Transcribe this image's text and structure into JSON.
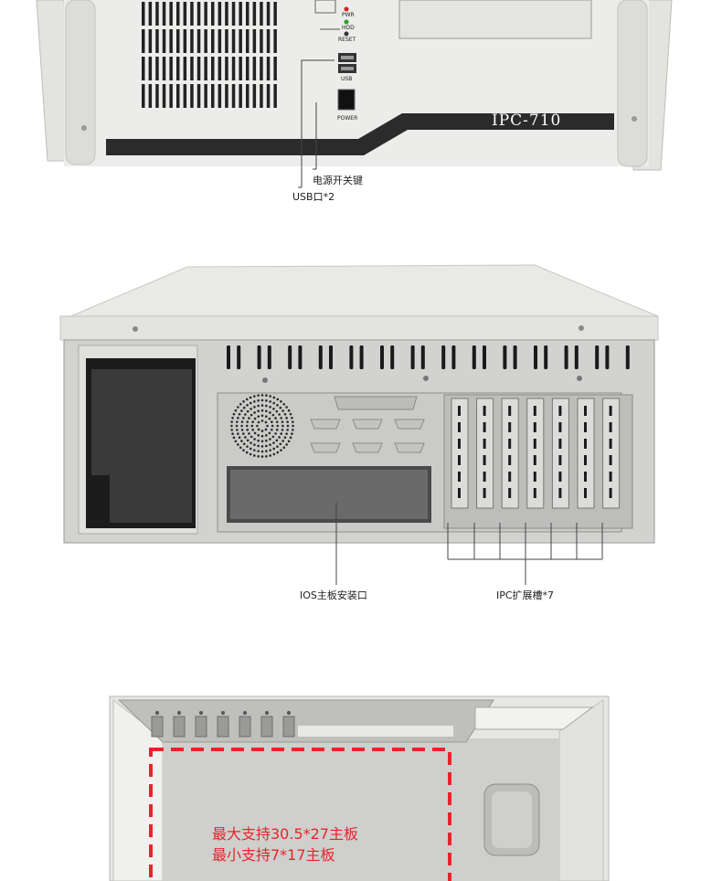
{
  "front": {
    "panel_labels": {
      "pwr": "PWR",
      "hdd": "HDD",
      "reset": "RESET",
      "usb": "USB",
      "power": "POWER"
    },
    "model": "IPC-710",
    "callouts": {
      "power_key": "电源开关键",
      "usb_ports": "USB口*2"
    }
  },
  "rear": {
    "callouts": {
      "io_port": "IOS主板安装口",
      "expansion_slots": "IPC扩展槽*7"
    }
  },
  "interior": {
    "spec_lines": [
      "最大支持30.5*27主板",
      "最小支持7*17主板"
    ],
    "colors": {
      "spec_text": "#e8242a",
      "dashed_box": "#e8242a"
    }
  }
}
